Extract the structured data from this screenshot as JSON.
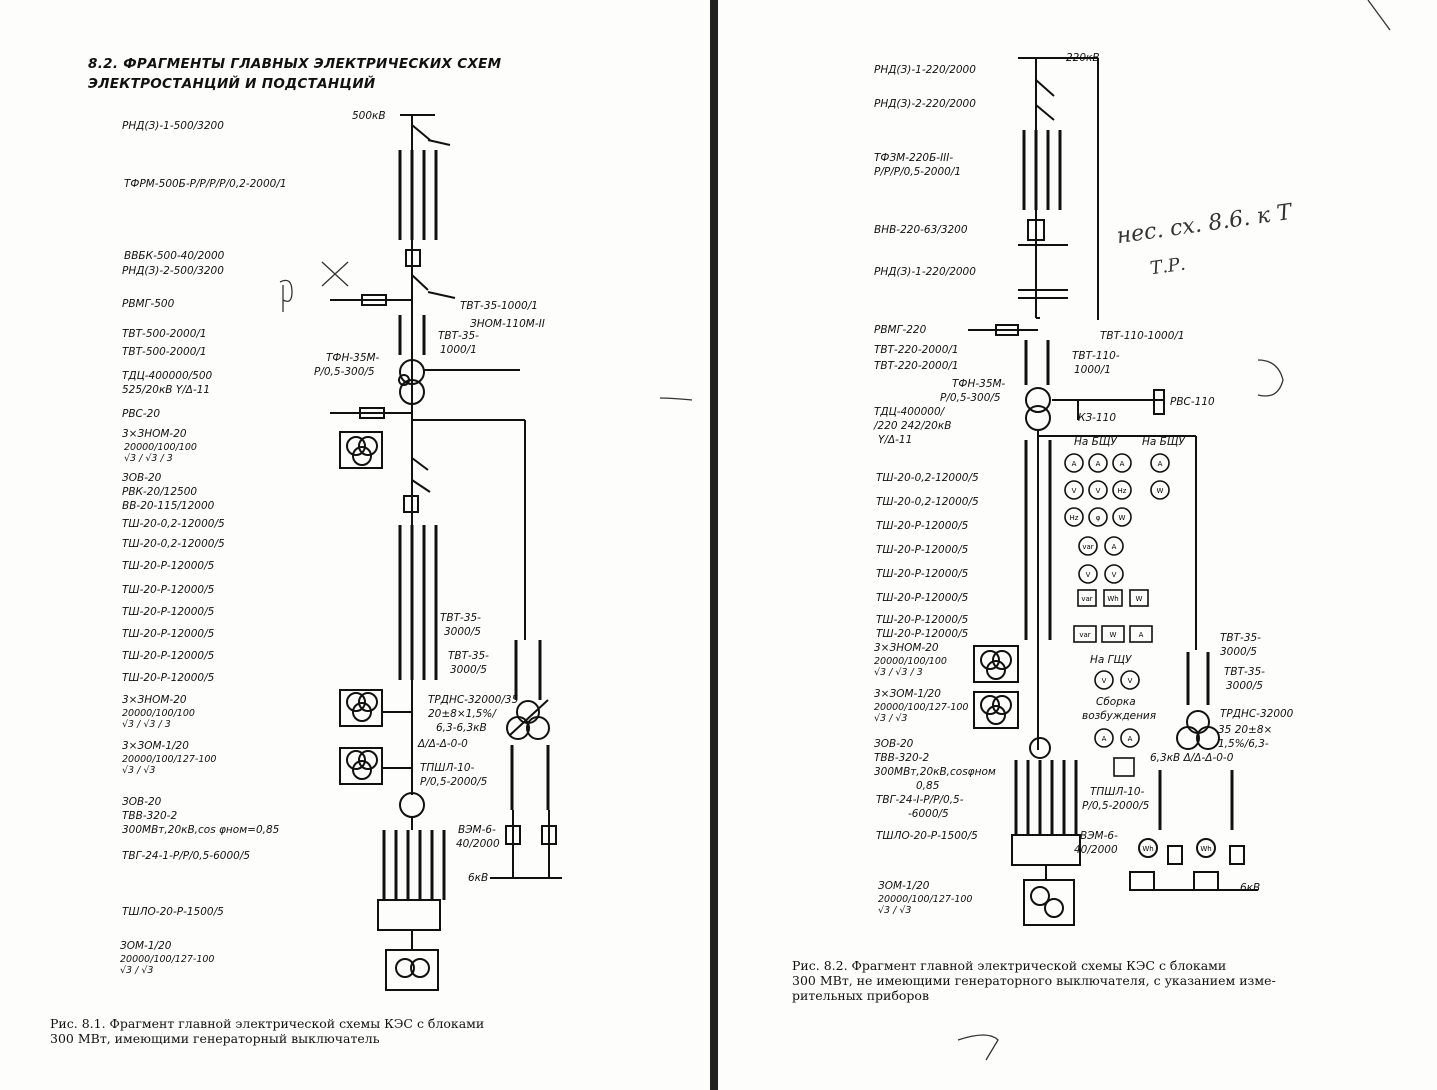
{
  "left": {
    "heading_line1": "8.2. ФРАГМЕНТЫ ГЛАВНЫХ ЭЛЕКТРИЧЕСКИХ СХЕМ",
    "heading_line2": "ЭЛЕКТРОСТАНЦИЙ И ПОДСТАНЦИЙ",
    "labels": [
      "РНД(З)-1-500/3200",
      "ТФРМ-500Б-Р/Р/Р/Р/0,2-2000/1",
      "ВВБК-500-40/2000",
      "РНД(З)-2-500/3200",
      "РВМГ-500",
      "ТВТ-500-2000/1",
      "ТВТ-500-2000/1",
      "ТДЦ-400000/500",
      "525/20кВ Y/Δ-11",
      "РВС-20",
      "3×ЗНОМ-20",
      "ЗОВ-20",
      "РВК-20/12500",
      "ВВ-20-115/12000",
      "ТШ-20-0,2-12000/5",
      "ТШ-20-0,2-12000/5",
      "ТШ-20-Р-12000/5",
      "ТШ-20-Р-12000/5",
      "ТШ-20-Р-12000/5",
      "ТШ-20-Р-12000/5",
      "ТШ-20-Р-12000/5",
      "ТШ-20-Р-12000/5",
      "3×ЗНОМ-20",
      "3×ЗОМ-1/20",
      "ЗОВ-20",
      "ТВВ-320-2",
      "300МВт,20кВ,cos φном=0,85",
      "ТВГ-24-1-Р/Р/0,5-6000/5",
      "ТШЛО-20-Р-1500/5",
      "ЗОМ-1/20"
    ],
    "frac1": [
      "20000",
      "√3",
      "100",
      "√3",
      "100",
      "3"
    ],
    "frac2": [
      "20000",
      "√3",
      "100",
      "√3",
      "100",
      "3"
    ],
    "frac3": [
      "20000",
      "√3",
      "100",
      "√3",
      "127-100"
    ],
    "frac4": [
      "20000",
      "√3",
      "100",
      "√3",
      "127-100"
    ],
    "diagram_labels": {
      "kv500": "500кВ",
      "tfn": "ТФН-35М-",
      "tfn2": "Р/0,5-300/5",
      "tvt35a": "ТВТ-35-",
      "tvt35b": "1000/1",
      "tvt35c": "ТВТ-35-1000/1",
      "znom": "ЗНОМ-110М-II",
      "tvt35_3000a": "ТВТ-35-",
      "tvt35_3000b": "3000/5",
      "tvt35_3000c": "ТВТ-35-",
      "tvt35_3000d": "3000/5",
      "trdns": "ТРДНС-32000/35",
      "trdns2": "20±8×1,5%/",
      "trdns3": "6,3-6,3кВ",
      "trdns4": "Δ/Δ-Δ-0-0",
      "tpshl": "ТПШЛ-10-",
      "tpshl2": "Р/0,5-2000/5",
      "vem": "ВЭМ-6-",
      "vem2": "40/2000",
      "kv6": "6кВ"
    },
    "caption_line1": "Рис. 8.1. Фрагмент главной электрической схемы КЭС с блоками",
    "caption_line2": "300 МВт, имеющими генераторный выключатель",
    "handwriting": "Р"
  },
  "right": {
    "labels": [
      "РНД(З)-1-220/2000",
      "РНД(З)-2-220/2000",
      "ТФЗМ-220Б-III-",
      "Р/Р/Р/0,5-2000/1",
      "ВНВ-220-63/3200",
      "РНД(З)-1-220/2000",
      "РВМГ-220",
      "ТВТ-220-2000/1",
      "ТВТ-220-2000/1",
      "ТДЦ-400000/",
      "/220 242/20кВ",
      "Y/Δ-11",
      "ТШ-20-0,2-12000/5",
      "ТШ-20-0,2-12000/5",
      "ТШ-20-Р-12000/5",
      "ТШ-20-Р-12000/5",
      "ТШ-20-Р-12000/5",
      "ТШ-20-Р-12000/5",
      "ТШ-20-Р-12000/5",
      "ТШ-20-Р-12000/5",
      "3×ЗНОМ-20",
      "3×ЗОМ-1/20",
      "ЗОВ-20",
      "ТВВ-320-2",
      "300МВт,20кВ,cosφном",
      "0,85",
      "ТВГ-24-I-Р/Р/0,5-",
      "-6000/5",
      "ТШЛО-20-Р-1500/5",
      "ЗОМ-1/20"
    ],
    "frac1": [
      "20000",
      "√3",
      "100",
      "√3",
      "100",
      "3"
    ],
    "frac2": [
      "20000",
      "√3",
      "100",
      "√3",
      "127-100"
    ],
    "frac3": [
      "20000",
      "√3",
      "100",
      "√3",
      "127-100"
    ],
    "diagram_labels": {
      "kv220": "220кВ",
      "tfn": "ТФН-35М-",
      "tfn2": "Р/0,5-300/5",
      "kz": "КЗ-110",
      "rvs": "РВС-110",
      "tvt110a": "ТВТ-110-",
      "tvt110b": "1000/1",
      "tvt110c": "ТВТ-110-1000/1",
      "na_bshu1": "На БЩУ",
      "na_bshu2": "На БЩУ",
      "na_gshu": "На ГЩУ",
      "sborka": "Сборка",
      "vozb": "возбуждения",
      "tvt35a": "ТВТ-35-",
      "tvt35b": "3000/5",
      "tvt35c": "ТВТ-35-",
      "tvt35d": "3000/5",
      "trdns": "ТРДНС-32000",
      "trdns2": "35 20±8×",
      "trdns3": "1,5%/6,3-",
      "trdns4": "6,3кВ Δ/Δ-Δ-0-0",
      "tpshl": "ТПШЛ-10-",
      "tpshl2": "Р/0,5-2000/5",
      "vem": "ВЭМ-6-",
      "vem2": "40/2000",
      "kv6": "6кВ"
    },
    "meters": [
      "A",
      "A",
      "A",
      "A",
      "V",
      "V",
      "Hz",
      "W",
      "Hz",
      "φ",
      "W",
      "var",
      "A",
      "V",
      "V",
      "var",
      "Wh",
      "W",
      "var",
      "W",
      "A",
      "V",
      "V",
      "A",
      "A",
      "Wh",
      "Wh"
    ],
    "caption_line1": "Рис. 8.2. Фрагмент главной электрической схемы КЭС с блоками",
    "caption_line2": "300 МВт, не имеющими генераторного выключателя, с указанием изме-",
    "caption_line3": "рительных приборов",
    "handwriting1": "нес. сх. 8.6. к Т",
    "handwriting2": "Т.Р."
  }
}
